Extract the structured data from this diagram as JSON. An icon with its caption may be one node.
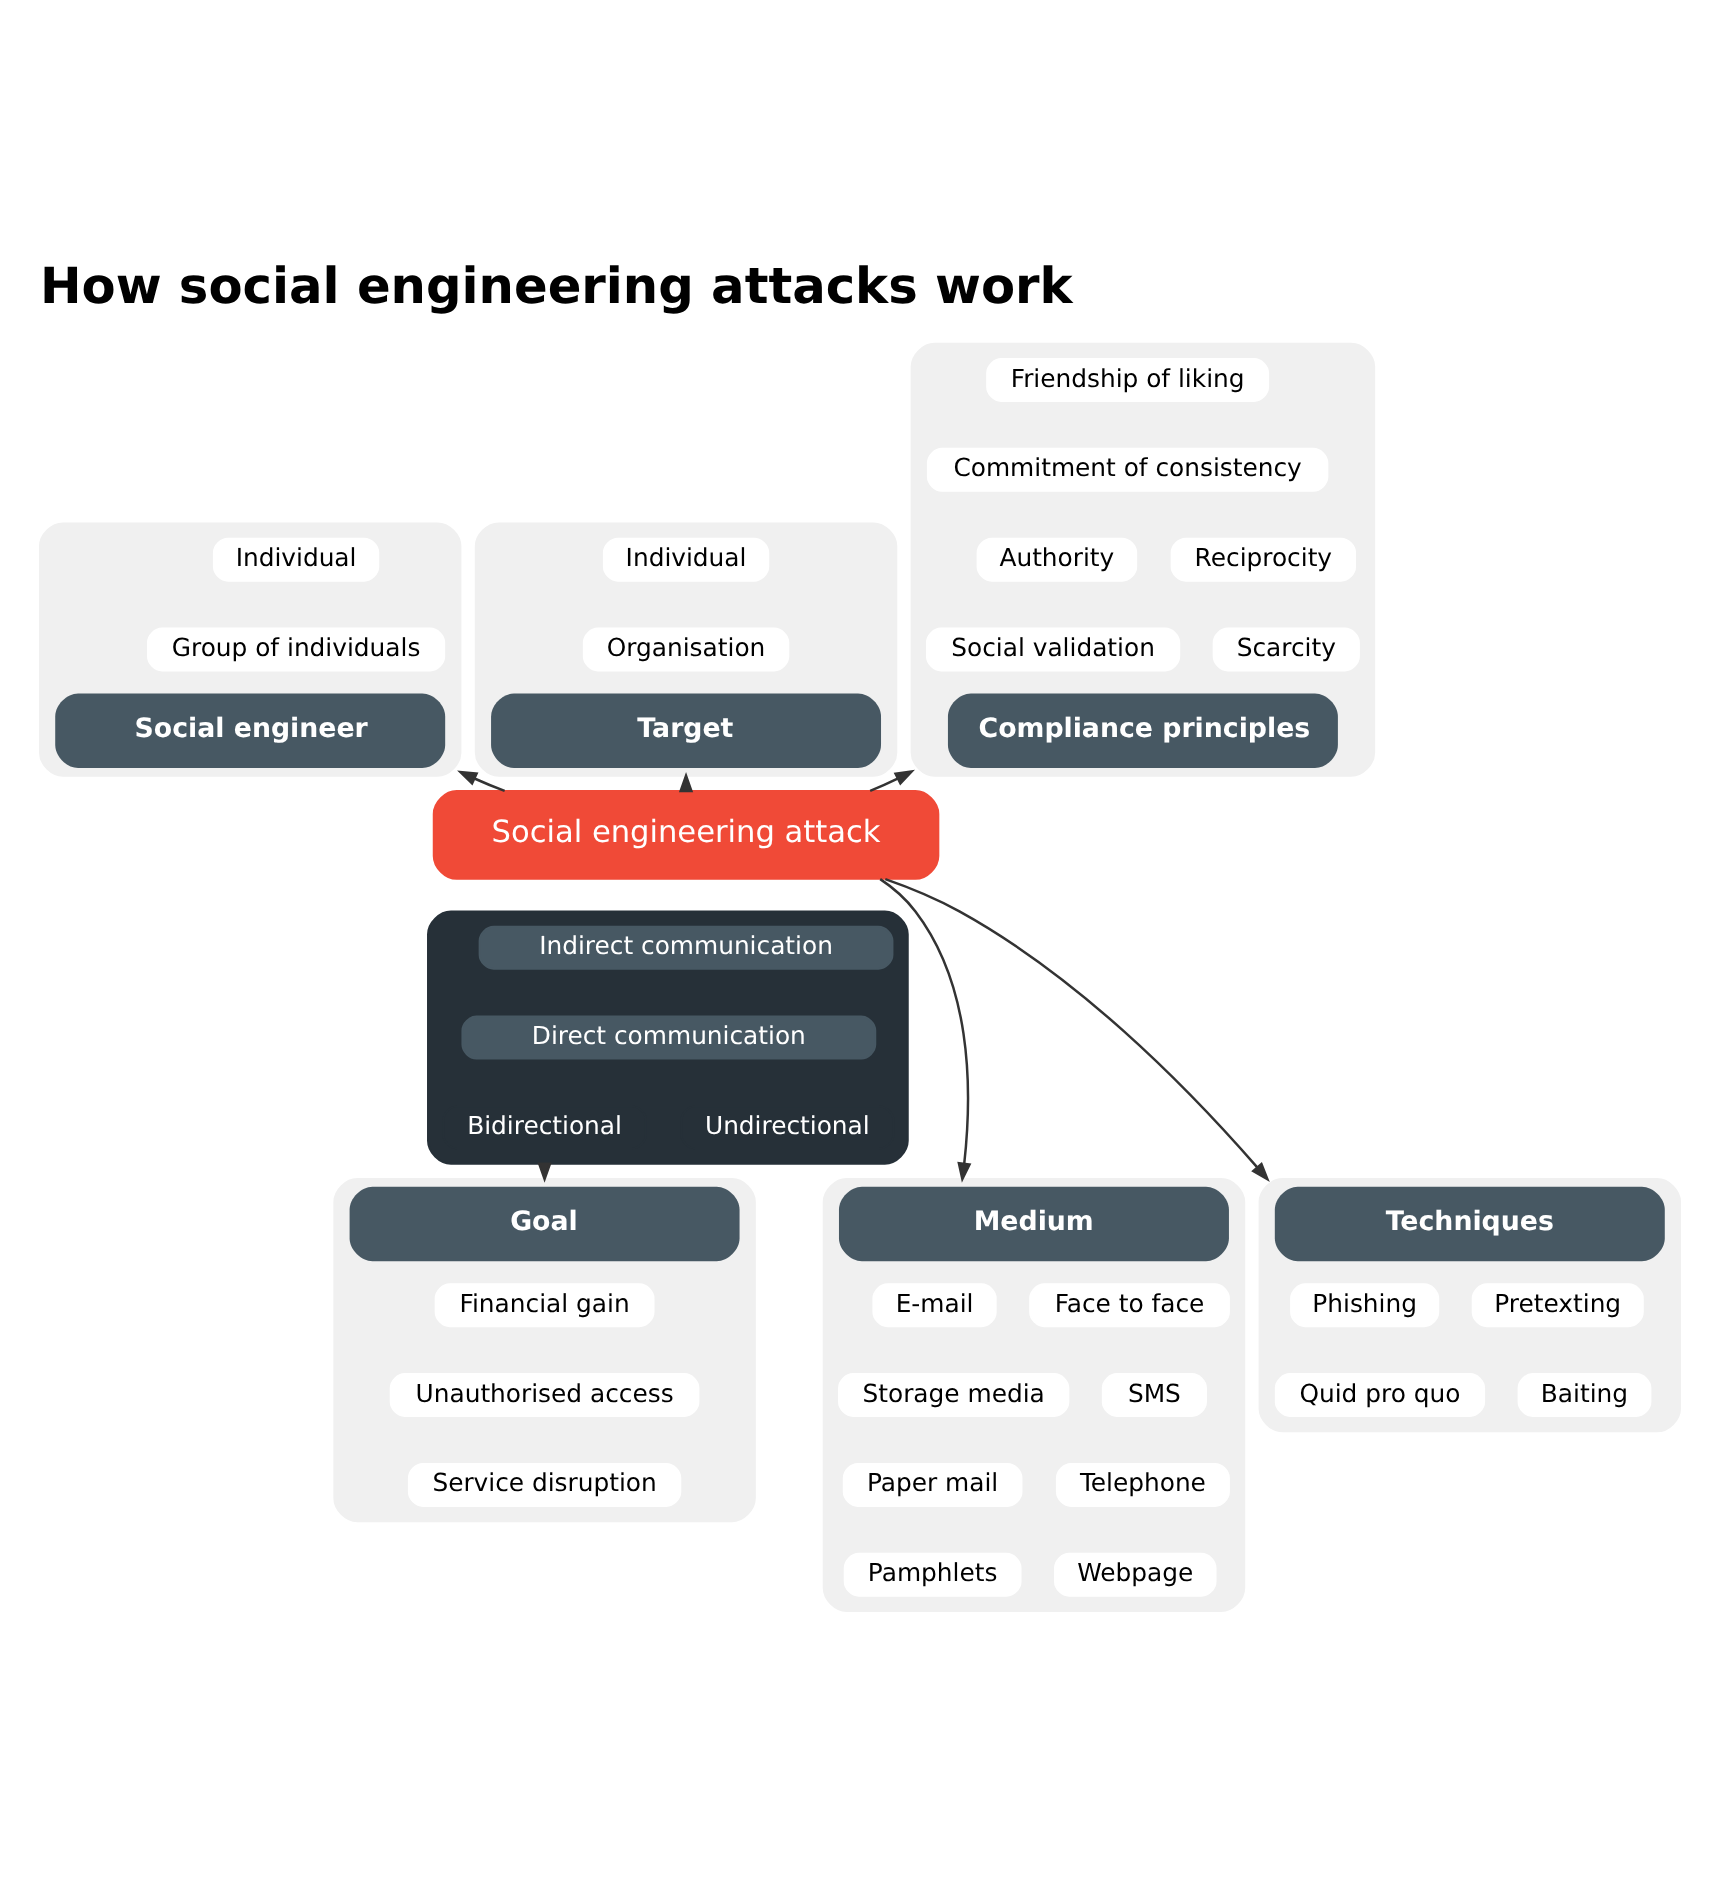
{
  "diagram": {
    "title": "How social engineering attacks work",
    "nodes": [
      {
        "text": [
          "Social engineering attack"
        ]
      },
      {
        "text": [],
        "shape": "box"
      },
      {
        "text": [
          "Indirect communication"
        ],
        "in": 1
      },
      {
        "text": [
          "Direct communication"
        ],
        "in": 1
      },
      {
        "text": [
          "Bidirectional"
        ],
        "in": 1
      },
      {
        "text": [
          "Undirectional"
        ],
        "in": 1
      },
      {
        "text": [
          "Social engineer"
        ]
      },
      {
        "text": [
          "Individual"
        ],
        "in": 6
      },
      {
        "text": [
          "Group of individuals"
        ],
        "in": 6
      },
      {
        "text": [
          "Target"
        ]
      },
      {
        "text": [
          "Individual"
        ],
        "in": 9
      },
      {
        "text": [
          "Organisation"
        ],
        "in": 9
      },
      {
        "text": [
          "Compliance principles"
        ]
      },
      {
        "text": [
          "Friendship of liking"
        ],
        "in": 12
      },
      {
        "text": [
          "Commitment of consistency"
        ],
        "in": 12
      },
      {
        "text": [
          "Authority"
        ],
        "in": 12
      },
      {
        "text": [
          "Reciprocity"
        ],
        "in": 12
      },
      {
        "text": [
          "Social validation"
        ],
        "in": 12
      },
      {
        "text": [
          "Scarcity"
        ],
        "in": 12
      },
      {
        "text": [
          "Medium"
        ]
      },
      {
        "text": [
          "E-mail"
        ],
        "in": 19
      },
      {
        "text": [
          "Face to face"
        ],
        "in": 19
      },
      {
        "text": [
          "Storage media"
        ],
        "in": 19
      },
      {
        "text": [
          "SMS"
        ],
        "in": 19
      },
      {
        "text": [
          "Paper mail"
        ],
        "in": 19
      },
      {
        "text": [
          "Telephone"
        ],
        "in": 19
      },
      {
        "text": [
          "Pamphlets"
        ],
        "in": 19
      },
      {
        "text": [
          "Webpage"
        ],
        "in": 19
      },
      {
        "text": [
          "Goal"
        ]
      },
      {
        "text": [
          "Financial gain"
        ],
        "in": 28
      },
      {
        "text": [
          "Unauthorised access"
        ],
        "in": 28
      },
      {
        "text": [
          "Service disruption"
        ],
        "in": 28
      },
      {
        "text": [
          "Techniques"
        ]
      },
      {
        "text": [
          "Phishing"
        ],
        "in": 32
      },
      {
        "text": [
          "Pretexting"
        ],
        "in": 32
      },
      {
        "text": [
          "Quid pro quo"
        ],
        "in": 32
      },
      {
        "text": [
          "Baiting"
        ],
        "in": 32
      }
    ],
    "edges": [
      {
        "from": 0,
        "to": 6,
        "arrow": "to"
      },
      {
        "from": 0,
        "to": 9,
        "arrow": "to"
      },
      {
        "from": 0,
        "to": 12,
        "arrow": "to"
      },
      {
        "from": 0,
        "to": 19,
        "arrow": "to"
      },
      {
        "from": 1,
        "to": 28,
        "arrow": "to"
      },
      {
        "from": 0,
        "to": 32,
        "arrow": "to"
      }
    ]
  }
}
